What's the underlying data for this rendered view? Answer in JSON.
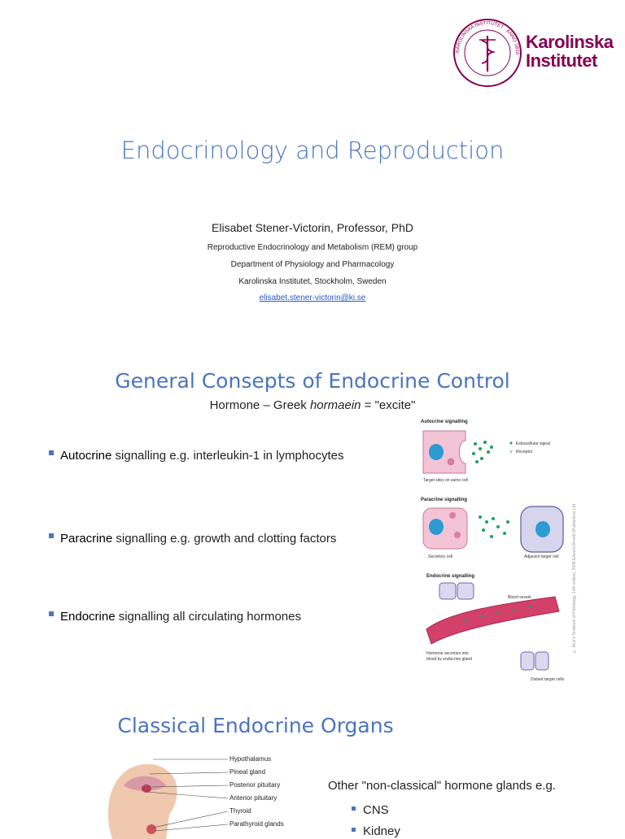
{
  "slide1": {
    "logo": {
      "text_line1": "Karolinska",
      "text_line2": "Institutet",
      "seal_text": "KAROLINSKA INSTITUTET · ANNO 1810",
      "color": "#870052"
    },
    "title": "Endocrinology and Reproduction",
    "author": "Elisabet Stener-Victorin, Professor, PhD",
    "affiliations": [
      "Reproductive Endocrinology and Metabolism (REM) group",
      "Department of Physiology and Pharmacology",
      "Karolinska Institutet, Stockholm, Sweden"
    ],
    "email": "elisabet.stener-victorin@ki.se"
  },
  "slide2": {
    "title": "General Consepts of Endocrine Control",
    "subtitle_pre": "Hormone – Greek ",
    "subtitle_em": "hormaein",
    "subtitle_post": " = \"excite\"",
    "bullets": [
      {
        "keyword": "Autocrine",
        "rest": " signalling e.g. interleukin-1 in lymphocytes"
      },
      {
        "keyword": "Paracrine",
        "rest": " signalling e.g. growth and clotting factors"
      },
      {
        "keyword": "Endocrine",
        "rest": " signalling all circulating hormones"
      }
    ],
    "figure": {
      "autocrine_title": "Autocrine signalling",
      "legend_signal": "Extracellular signal",
      "legend_receptor": "Receptor",
      "autocrine_caption": "Target sites on same cell",
      "paracrine_title": "Paracrine signalling",
      "secretory_label": "Secretory cell",
      "adjacent_label": "Adjacent target cell",
      "endocrine_title": "Endocrine signalling",
      "blood_vessel_label": "Blood vessel",
      "secretion_label1": "Hormone secretion into",
      "secretion_label2": "blood by endocrine gland",
      "distant_label": "Distant target cells",
      "side_credit": "© Muir's Textbook of Pathology, 14th edition, 2008 Edward Arnold (Publishers) Ltd"
    }
  },
  "slide3": {
    "title": "Classical Endocrine Organs",
    "organ_labels": [
      "Hypothalamus",
      "Pineal gland",
      "Posterior pituitary",
      "Anterior pituitary",
      "Thyroid",
      "Parathyroid glands"
    ],
    "other_text": "Other \"non-classical\" hormone glands e.g.",
    "other_items": [
      "CNS",
      "Kidney"
    ]
  }
}
